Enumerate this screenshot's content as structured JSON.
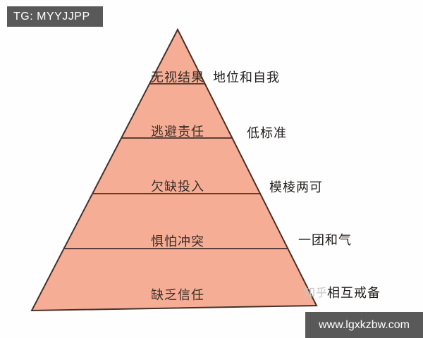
{
  "banners": {
    "top_left": {
      "text": "TG: MYYJJPP",
      "bg_color": "#595959",
      "text_color": "#ffffff"
    },
    "bottom_right": {
      "text": "www.lgxkzbw.com",
      "bg_color": "#595959",
      "text_color": "#ffffff"
    }
  },
  "watermark": {
    "text": "知乎"
  },
  "pyramid": {
    "fill_color": "#f5ae95",
    "line_color": "#46302a",
    "levels": [
      {
        "label": "无视结果",
        "side": "地位和自我"
      },
      {
        "label": "逃避责任",
        "side": "低标准"
      },
      {
        "label": "欠缺投入",
        "side": "模棱两可"
      },
      {
        "label": "惧怕冲突",
        "side": "一团和气"
      },
      {
        "label": "缺乏信任",
        "side": "相互戒备"
      }
    ]
  }
}
